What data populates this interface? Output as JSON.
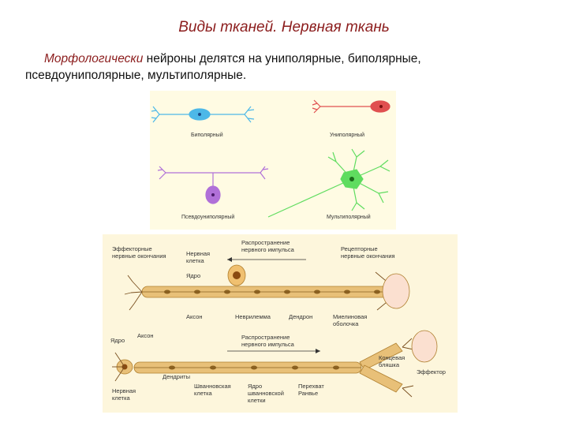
{
  "slide": {
    "title": "Виды тканей. Нервная ткань",
    "text_lead": "Морфологически",
    "text_rest": " нейроны делятся на униполярные, биполярные, псевдоуниполярные, мультиполярные."
  },
  "figure_top": {
    "labels": {
      "bipolar": "Биполярный",
      "unipolar": "Униполярный",
      "pseudounipolar": "Псевдоуниполярный",
      "multipolar": "Мультиполярный"
    },
    "colors": {
      "bipolar": "#4db8e8",
      "unipolar": "#e05050",
      "pseudo": "#b070d8",
      "multi": "#5fdc5f"
    }
  },
  "figure_bottom": {
    "labels": {
      "effector_endings": "Эффекторные\nнервные окончания",
      "impulse_top": "Распространение\nнервного импульса",
      "receptor_endings": "Рецепторные\nнервные окончания",
      "nerve_cell_top": "Нервная\nклетка",
      "nucleus_top": "Ядро",
      "axon_top": "Аксон",
      "neurilemma": "Неврилемма",
      "dendrite": "Дендрон",
      "myelin": "Миелиновая\nоболочка",
      "nucleus_bottom": "Ядро",
      "axon_bottom": "Аксон",
      "impulse_bottom": "Распространение\nнервного импульса",
      "terminal_bulb": "Концевая\nбляшка",
      "effector": "Эффектор",
      "dendrites": "Дендриты",
      "nerve_cell_bottom": "Нервная\nклетка",
      "schwann_cell": "Шванновская\nклетка",
      "schwann_nucleus": "Ядро\nшванновской\nклетки",
      "ranvier": "Перехват\nРанвье"
    }
  }
}
